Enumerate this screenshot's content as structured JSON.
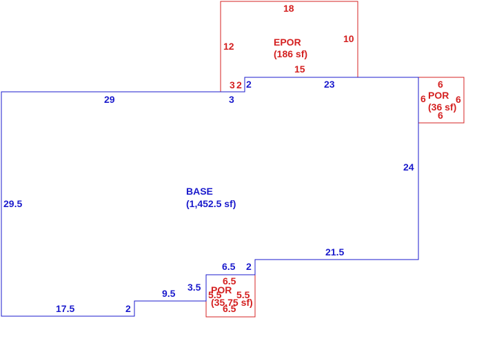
{
  "colors": {
    "base": "#1a1acc",
    "porch": "#d42020",
    "background": "#ffffff"
  },
  "areas": {
    "base": {
      "name": "BASE",
      "area": "(1,452.5 sf)"
    },
    "epor": {
      "name": "EPOR",
      "area": "(186 sf)"
    },
    "por_right": {
      "name": "POR",
      "area": "(36 sf)"
    },
    "por_bottom": {
      "name": "POR",
      "area": "(35.75 sf)"
    }
  },
  "dimensions": {
    "base": {
      "top_left": "29",
      "notch_vertical": "3",
      "notch_horizontal": "2",
      "top_right": "23",
      "right": "24",
      "lower_right": "21.5",
      "step_vertical": "2",
      "step_horizontal": "6.5",
      "inner_vertical": "3.5",
      "inner_horizontal": "9.5",
      "bottom_step": "2",
      "bottom": "17.5",
      "left": "29.5"
    },
    "epor": {
      "top": "18",
      "left": "12",
      "right": "10",
      "bottom": "15",
      "notch": "3",
      "notch_side": "2"
    },
    "por_right": {
      "top": "6",
      "left": "6",
      "right": "6",
      "bottom": "6"
    },
    "por_bottom": {
      "top": "6.5",
      "left": "5.5",
      "right": "5.5",
      "bottom": "6.5"
    }
  }
}
